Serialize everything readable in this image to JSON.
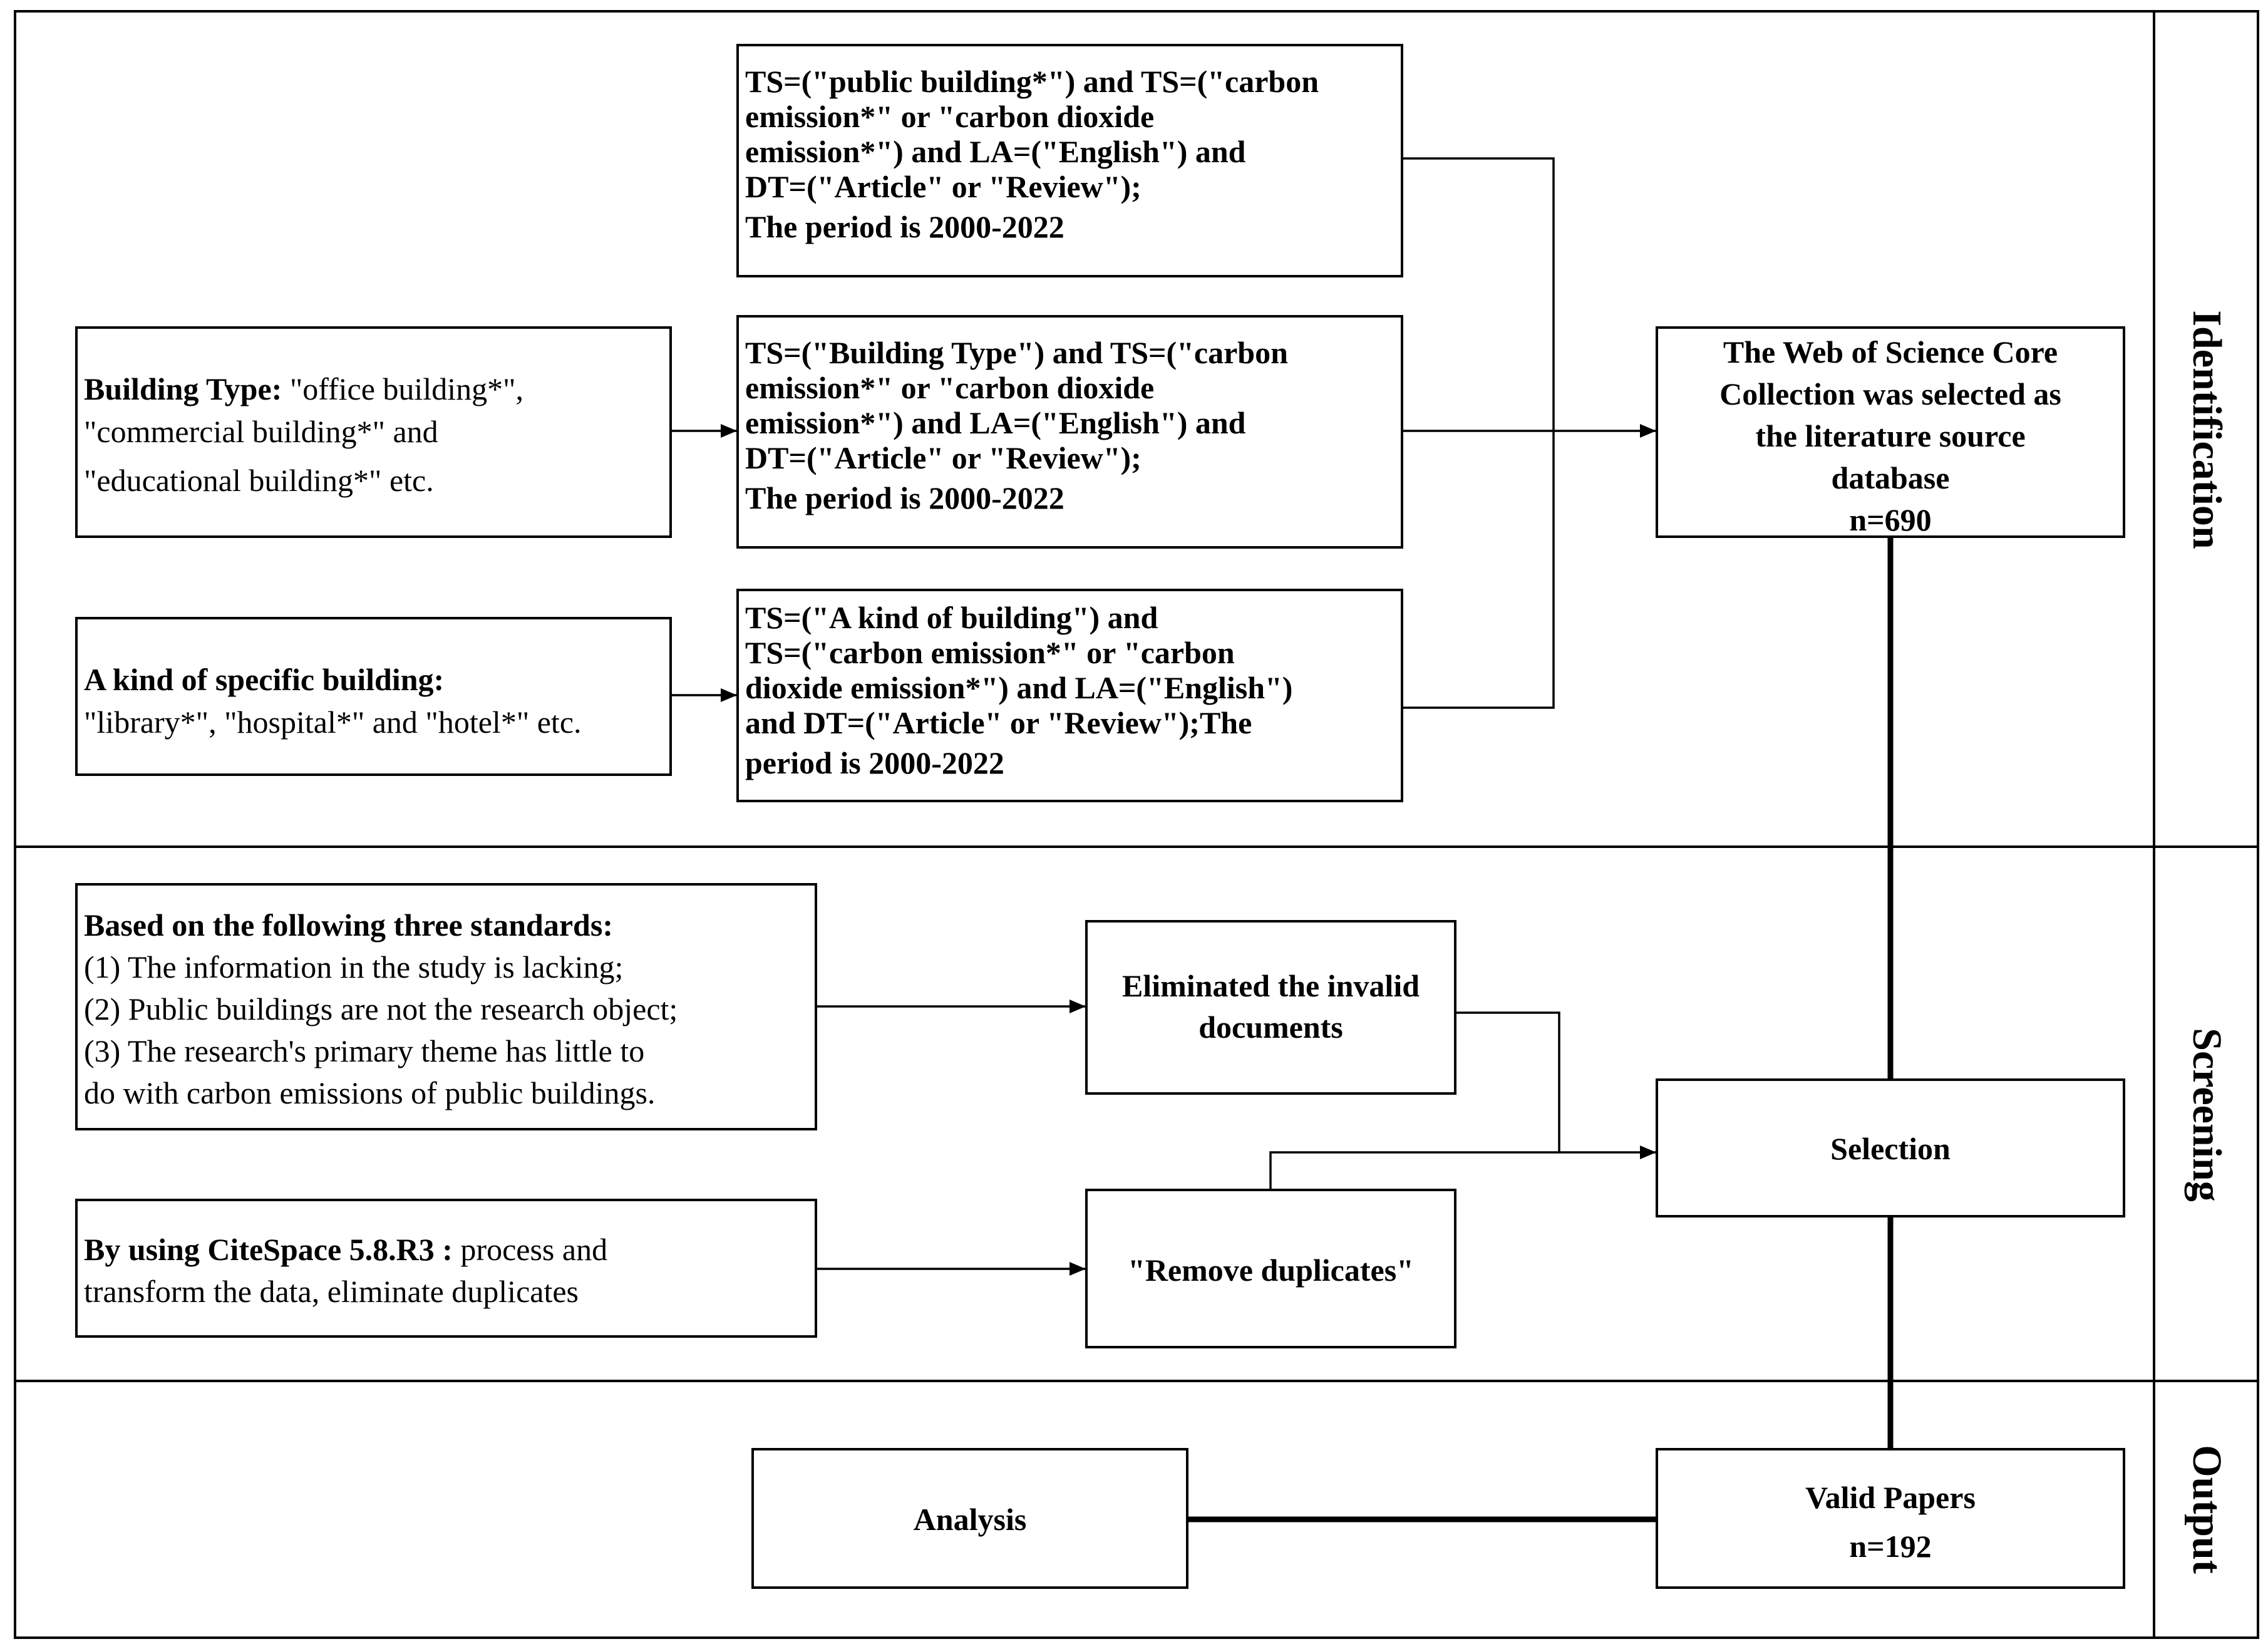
{
  "sections": {
    "identification": "Identification",
    "screening": "Screening",
    "output": "Output"
  },
  "queries": {
    "public": {
      "l1": "TS=(\"public building*\") and TS=(\"carbon",
      "l2": "emission*\" or \"carbon dioxide",
      "l3": "emission*\") and LA=(\"English\") and",
      "l4": "DT=(\"Article\" or \"Review\");",
      "l5": "The period is 2000-2022"
    },
    "type": {
      "l1": "TS=(\"Building Type\") and TS=(\"carbon",
      "l2": "emission*\" or \"carbon dioxide",
      "l3": "emission*\") and LA=(\"English\") and",
      "l4": "DT=(\"Article\" or \"Review\");",
      "l5": "The period is 2000-2022"
    },
    "kind": {
      "l1": "TS=(\"A kind of building\") and",
      "l2": "TS=(\"carbon emission*\" or \"carbon",
      "l3": "dioxide emission*\") and LA=(\"English\")",
      "l4": "and DT=(\"Article\" or \"Review\");The",
      "l5": "period is 2000-2022"
    }
  },
  "building_type": {
    "label": "Building Type:",
    "l1": " \"office building*\",",
    "l2": "\"commercial building*\" and",
    "l3": "\"educational building*\" etc."
  },
  "specific_building": {
    "label": "A kind of specific building:",
    "l1": "\"library*\", \"hospital*\" and \"hotel*\" etc."
  },
  "wos": {
    "l1": "The Web of Science Core",
    "l2": "Collection was selected as",
    "l3": "the literature source",
    "l4": "database",
    "n": "n=690"
  },
  "standards": {
    "heading": "Based on the following three standards:",
    "l1": "(1) The information in the study is lacking;",
    "l2": "(2) Public buildings are not the research object;",
    "l3": "(3) The research's primary theme has little to",
    "l4": "do with carbon emissions of public buildings."
  },
  "eliminated": {
    "l1": "Eliminated the invalid",
    "l2": "documents"
  },
  "selection": "Selection",
  "citespace": {
    "label": "By using CiteSpace 5.8.R3 :",
    "l1": " process and",
    "l2": "transform the data, eliminate duplicates"
  },
  "remove": "\"Remove duplicates\"",
  "valid": {
    "l1": "Valid Papers",
    "n": "n=192"
  },
  "analysis": "Analysis"
}
